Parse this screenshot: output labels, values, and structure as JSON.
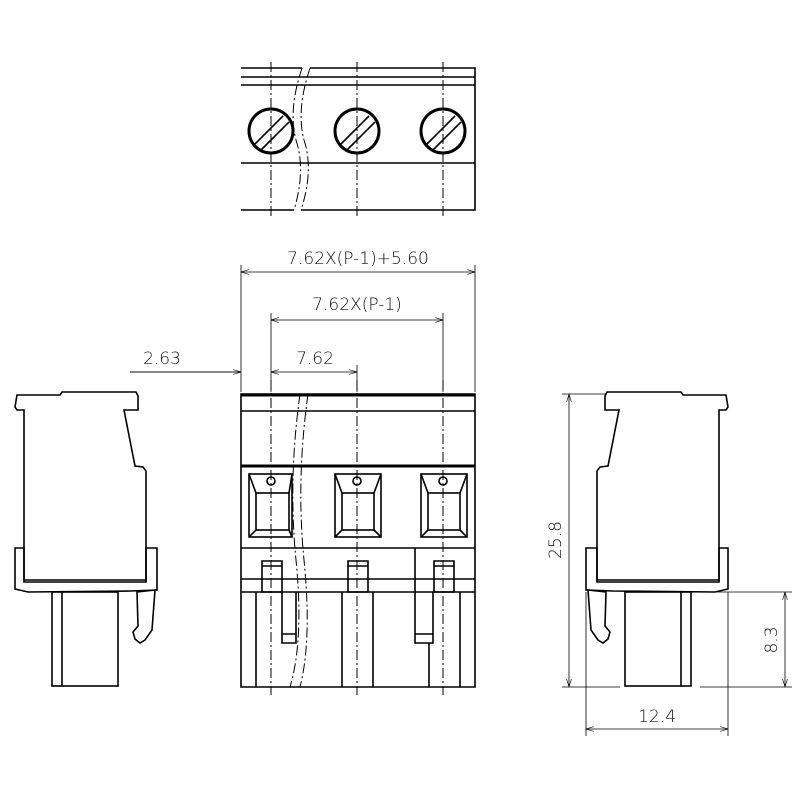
{
  "dimensions": {
    "overall_width": "7.62X(P-1)+5.60",
    "pitch_span": "7.62X(P-1)",
    "pitch": "7.62",
    "edge_offset": "2.63",
    "height": "25.8",
    "pin_length": "8.3",
    "depth": "12.4"
  },
  "colors": {
    "line": "#000000",
    "background": "#ffffff"
  }
}
